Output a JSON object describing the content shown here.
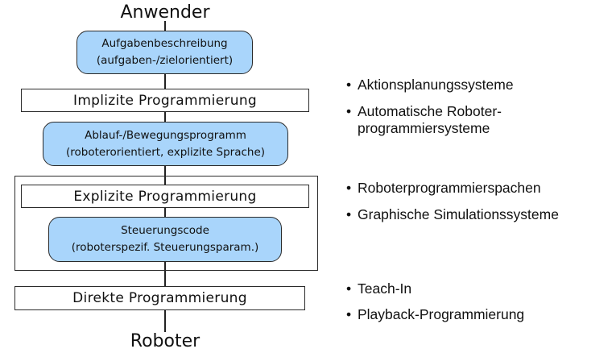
{
  "diagram": {
    "top_label": "Anwender",
    "bottom_label": "Roboter",
    "boxes": {
      "task_description": {
        "line1": "Aufgabenbeschreibung",
        "line2": "(aufgaben-/zielorientiert)"
      },
      "implicit_programming": "Implizite Programmierung",
      "motion_program": {
        "line1": "Ablauf-/Bewegungsprogramm",
        "line2": "(roboterorientiert, explizite Sprache)"
      },
      "explicit_programming": "Explizite Programmierung",
      "control_code": {
        "line1": "Steuerungscode",
        "line2": "(roboterspezif. Steuerungsparam.)"
      },
      "direct_programming": "Direkte Programmierung"
    },
    "bullet_marker": "•",
    "bullet_groups": [
      {
        "items": [
          {
            "text": "Aktionsplanungssysteme"
          },
          {
            "text": "Automatische Roboter-",
            "continuation": "programmiersysteme"
          }
        ]
      },
      {
        "items": [
          {
            "text": "Roboterprogrammierspachen"
          },
          {
            "text": "Graphische Simulationssysteme"
          }
        ]
      },
      {
        "items": [
          {
            "text": "Teach-In"
          },
          {
            "text": "Playback-Programmierung"
          }
        ]
      }
    ],
    "colors": {
      "rounded_box_fill": "#a9d5fb",
      "border": "#2b2b2b",
      "text": "#111111"
    }
  }
}
